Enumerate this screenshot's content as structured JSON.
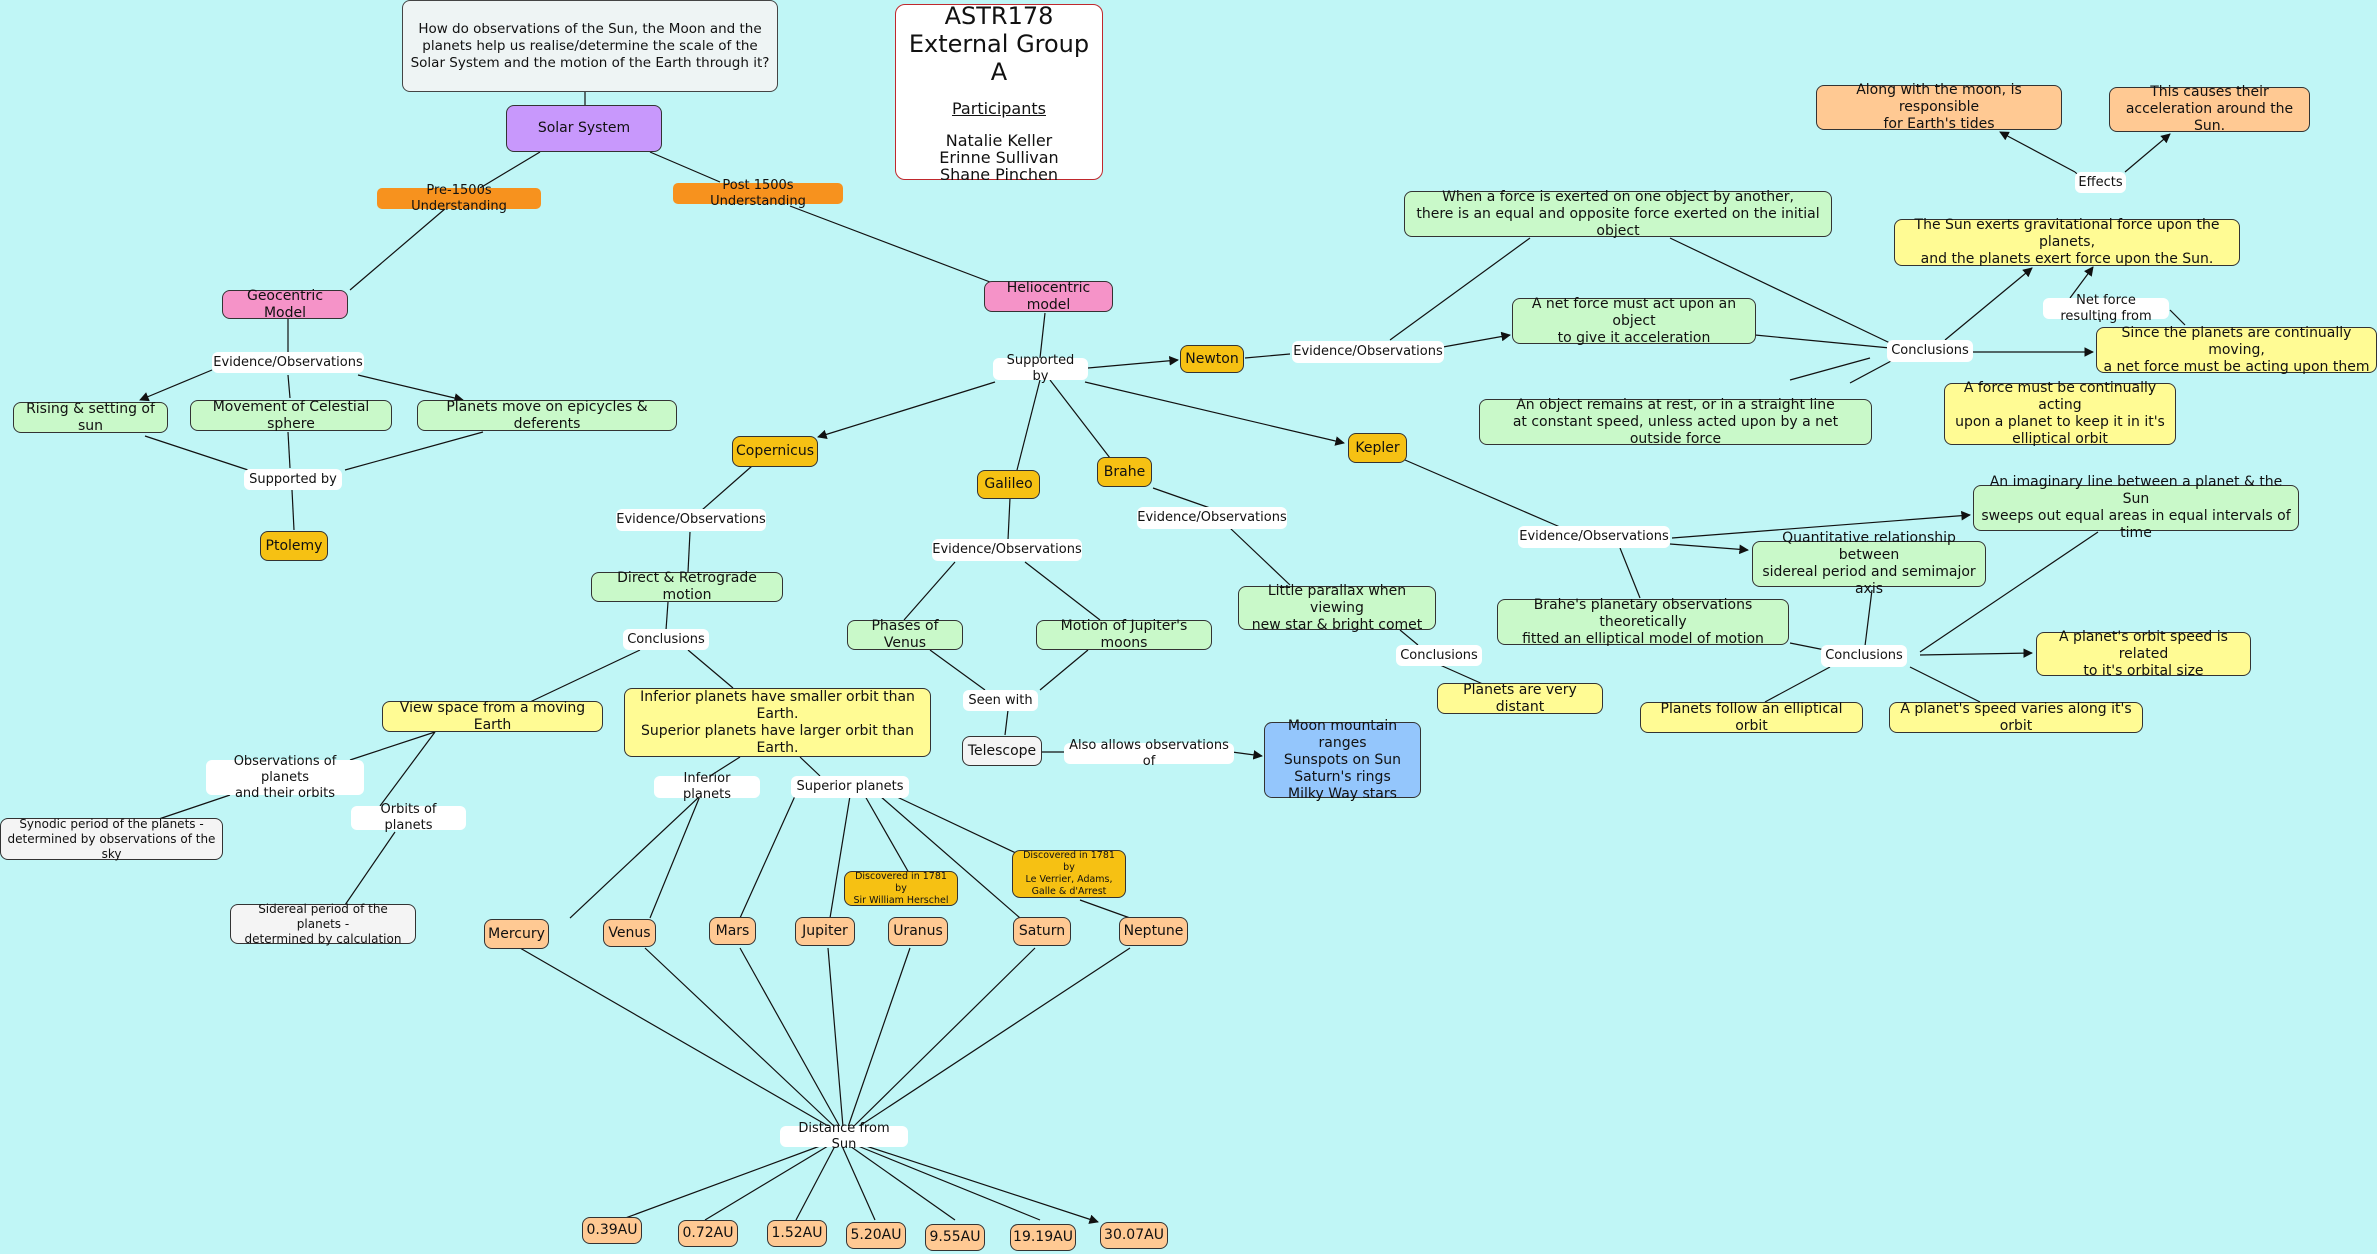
{
  "title_box": {
    "heading": "ASTR178\nExternal Group A",
    "subheading": "Participants",
    "names": "Natalie Keller\nErinne Sullivan\nShane Pinchen"
  },
  "nodes": {
    "question": "How do observations of the Sun, the Moon and the planets help us realise/determine the scale of the Solar System and the motion of the Earth through it?",
    "solar_system": "Solar System",
    "geocentric": "Geocentric Model",
    "heliocentric": "Heliocentric model",
    "rising_setting": "Rising & setting of sun",
    "celestial_sphere": "Movement of Celestial sphere",
    "epicycles": "Planets move on epicycles & deferents",
    "ptolemy": "Ptolemy",
    "copernicus": "Copernicus",
    "galileo": "Galileo",
    "brahe": "Brahe",
    "kepler": "Kepler",
    "newton": "Newton",
    "retrograde": "Direct & Retrograde motion",
    "moving_earth": "View space from a moving Earth",
    "inferior_superior": "Inferior planets have smaller orbit than Earth.\nSuperior planets have larger orbit than Earth.",
    "synodic": "Synodic period of the planets -\ndetermined by observations of the sky",
    "sidereal": "Sidereal period of the planets -\ndetermined by calculation",
    "phases_venus": "Phases of Venus",
    "jupiter_moons": "Motion of Jupiter's moons",
    "telescope": "Telescope",
    "telescope_obs": "Moon mountain ranges\nSunspots on Sun\nSaturn's rings\nMilky Way stars",
    "little_parallax": "Little parallax when viewing\nnew star & bright comet",
    "planets_distant": "Planets are very distant",
    "newton_third": "When a force is exerted on one object by another,\nthere is an equal and opposite force exerted on the initial object",
    "newton_second": "A net force must act upon an object\nto give it acceleration",
    "newton_first": "An object remains at rest, or in a straight line\nat constant speed, unless acted upon by a net outside force",
    "sun_gravity": "The Sun exerts gravitational force upon the planets,\nand the planets exert force upon the Sun.",
    "tides": "Along with the moon, is responsible\nfor Earth's tides",
    "acceleration_sun": "This causes their\nacceleration around the Sun.",
    "moving_net_force": "Since the planets are continually moving,\na net force must be acting upon them",
    "force_elliptical": "A force must be continually acting\nupon a planet to keep it in it's\nelliptical orbit",
    "equal_areas": "An imaginary line between a planet & the Sun\nsweeps out equal areas in equal intervals of time",
    "quantitative": "Quantitative relationship between\nsidereal period and semimajor axis",
    "brahe_fitted": "Brahe's planetary observations theoretically\nfitted an elliptical model of motion",
    "speed_size": "A planet's orbit speed is related\nto it's orbital size",
    "elliptical_orbit": "Planets follow an elliptical orbit",
    "speed_varies": "A planet's speed varies along it's orbit",
    "herschel": "Discovered in 1781 by\nSir William Herschel",
    "leverrier": "Discovered in 1781 by\nLe Verrier, Adams,\nGalle & d'Arrest",
    "mercury": "Mercury",
    "venus": "Venus",
    "mars": "Mars",
    "jupiter": "Jupiter",
    "uranus": "Uranus",
    "saturn": "Saturn",
    "neptune": "Neptune",
    "d_mercury": "0.39AU",
    "d_venus": "0.72AU",
    "d_mars": "1.52AU",
    "d_jupiter": "5.20AU",
    "d_saturn": "9.55AU",
    "d_uranus": "19.19AU",
    "d_neptune": "30.07AU"
  },
  "labels": {
    "pre1500": "Pre-1500s Understanding",
    "post1500": "Post 1500s Understanding",
    "geo_evidence": "Evidence/Observations",
    "geo_supported": "Supported by",
    "helio_supported": "Supported by",
    "copernicus_evidence": "Evidence/Observations",
    "copernicus_conclusions": "Conclusions",
    "obs_orbits": "Observations of planets\nand their orbits",
    "orbits_planets": "Orbits of planets",
    "inferior_planets": "Inferior planets",
    "superior_planets": "Superior planets",
    "galileo_evidence": "Evidence/Observations",
    "seen_with": "Seen with",
    "also_allows": "Also allows observations of",
    "brahe_evidence": "Evidence/Observations",
    "brahe_conclusions": "Conclusions",
    "newton_evidence": "Evidence/Observations",
    "newton_conclusions": "Conclusions",
    "effects": "Effects",
    "net_force": "Net force resulting from",
    "kepler_evidence": "Evidence/Observations",
    "kepler_conclusions": "Conclusions",
    "distance_sun": "Distance from Sun"
  },
  "colors": {
    "background": "#c0f6f6",
    "solar_system": "#c898fc",
    "models": "#f593c8",
    "scientists": "#f6c113",
    "evidence": "#c9f9c9",
    "conclusions": "#fffb94",
    "planets": "#ffc993",
    "telescope_obs": "#94c6fc",
    "link_label_orange": "#f7921e"
  }
}
